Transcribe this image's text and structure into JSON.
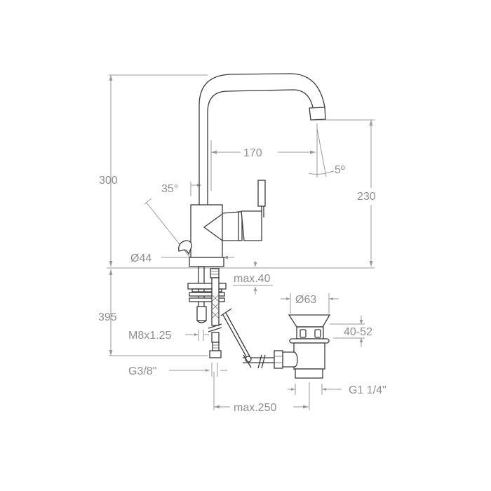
{
  "diagram": {
    "subject": "Single-lever basin mixer faucet with pop-up waste – dimensional drawing",
    "colors": {
      "outline": "#3a3a3a",
      "dimension": "#9a9a9a",
      "label": "#8f8f8f",
      "background": "#ffffff"
    },
    "labels": {
      "total_height": "300",
      "spout_reach": "170",
      "spout_angle": "5º",
      "spout_height": "230",
      "lever_angle": "35°",
      "body_diameter": "Ø44",
      "deck_thickness": "max.40",
      "below_deck_length": "395",
      "stud_thread": "M8x1.25",
      "hose_connection": "G3/8\"",
      "rod_reach": "max.250",
      "waste_diameter": "Ø63",
      "waste_height": "40-52",
      "waste_thread": "G1 1/4\""
    }
  }
}
